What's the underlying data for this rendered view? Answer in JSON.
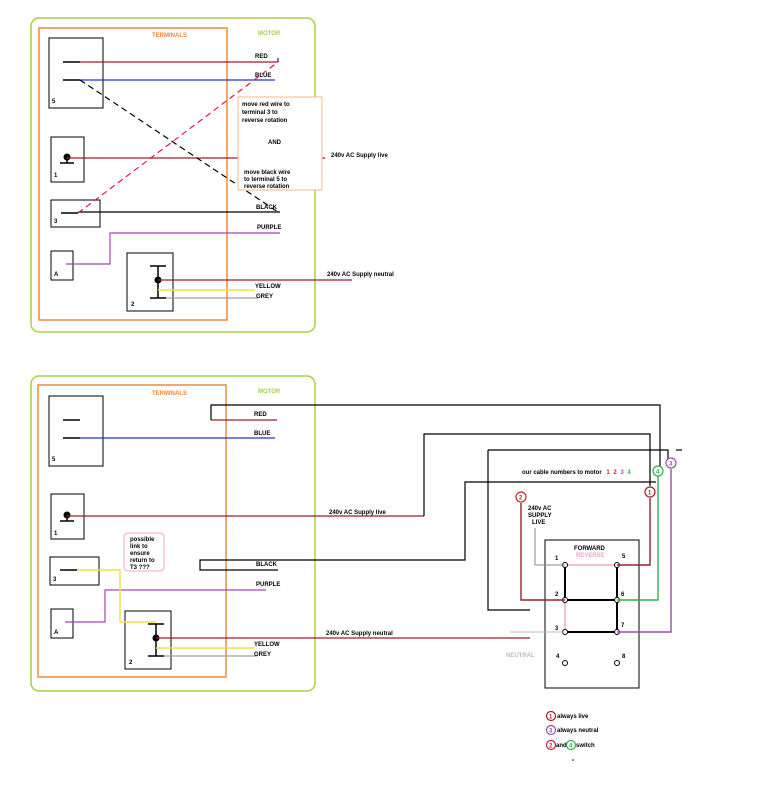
{
  "colors": {
    "motor_box": "#a6d14a",
    "terminals_box": "#f08a3c",
    "red": "#a01e2a",
    "blue": "#2833c8",
    "black": "#000000",
    "purple": "#9a4ea6",
    "yellow": "#f0e040",
    "grey": "#a0a0a0",
    "pink": "#f4a6c6",
    "green": "#2fb34a",
    "note_border": "#f1b98a"
  },
  "top": {
    "motor_label": "MOTOR",
    "terminals_label": "TERMINALS",
    "wires": {
      "red": "RED",
      "blue": "BLUE",
      "black": "BLACK",
      "purple": "PURPLE",
      "yellow": "YELLOW",
      "grey": "GREY"
    },
    "terminal_numbers": [
      "5",
      "1",
      "3",
      "A",
      "2"
    ],
    "supply_live": "240v AC Supply live",
    "supply_neutral": "240v AC Supply neutral",
    "note": {
      "line1": "move red wire to",
      "line2": "terminal 3 to",
      "line3": "reverse rotation",
      "and": "AND",
      "line4": "move black wire",
      "line5": "to terminal 5 to",
      "line6": "reverse rotation"
    }
  },
  "bottom": {
    "motor_label": "MOTOR",
    "terminals_label": "TERMINALS",
    "wires": {
      "red": "RED",
      "blue": "BLUE",
      "black": "BLACK",
      "purple": "PURPLE",
      "yellow": "YELLOW",
      "grey": "GREY"
    },
    "terminal_numbers": [
      "5",
      "1",
      "3",
      "A",
      "2"
    ],
    "supply_live": "240v AC Supply live",
    "supply_neutral": "240v AC Supply neutral",
    "link_note": {
      "line1": "possible",
      "line2": "link to",
      "line3": "ensure",
      "line4": "return to",
      "line5": "T3 ???"
    },
    "cable_numbers": {
      "label": "our cable numbers to motor",
      "n1": "1",
      "n2": "2",
      "n3": "3",
      "n4": "4"
    },
    "switch": {
      "forward": "FORWARD",
      "reverse": "REVERSE",
      "supply_line1": "240v AC",
      "supply_line2": "SUPPLY",
      "supply_line3": "LIVE",
      "neutral": "NEUTRAL",
      "pins": [
        "1",
        "5",
        "2",
        "6",
        "3",
        "7",
        "4",
        "8"
      ]
    },
    "circles": {
      "c1": "1",
      "c2": "2",
      "c3": "3",
      "c4": "4"
    },
    "legend": {
      "live_num": "1",
      "live_text": "always live",
      "neutral_num": "3",
      "neutral_text": "always neutral",
      "sw_num_a": "2",
      "sw_and": "and",
      "sw_num_b": "4",
      "sw_text": "switch"
    }
  }
}
